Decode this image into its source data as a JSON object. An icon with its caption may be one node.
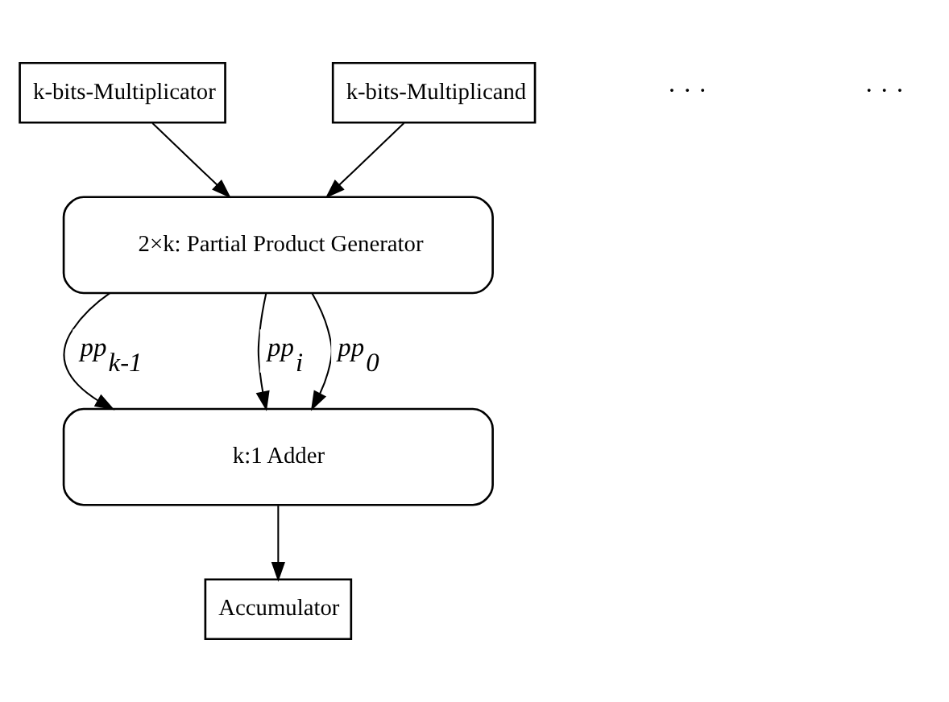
{
  "diagram": {
    "nodes": [
      {
        "text": [
          "k-bits-Multiplicator"
        ]
      },
      {
        "text": [
          "k-bits-Multiplicand"
        ]
      },
      {
        "text": [
          "2×k: Partial Product Generator"
        ]
      },
      {
        "text": [
          "k:1 Adder"
        ]
      },
      {
        "text": [
          "Accumulator"
        ]
      }
    ],
    "edges": [
      {
        "from": 0,
        "to": 2,
        "arrow": "to"
      },
      {
        "from": 1,
        "to": 2,
        "arrow": "to"
      },
      {
        "from": 2,
        "to": 3,
        "arrow": "to",
        "label": "pp$_{k-1}$"
      },
      {
        "from": 2,
        "to": 3,
        "arrow": "to",
        "label": "pp$_{i}$"
      },
      {
        "from": 2,
        "to": 3,
        "arrow": "to",
        "label": "pp$_{0}$"
      },
      {
        "from": 3,
        "to": 4,
        "arrow": "to"
      }
    ],
    "labels": [
      "· · ·",
      "· · ·"
    ]
  }
}
